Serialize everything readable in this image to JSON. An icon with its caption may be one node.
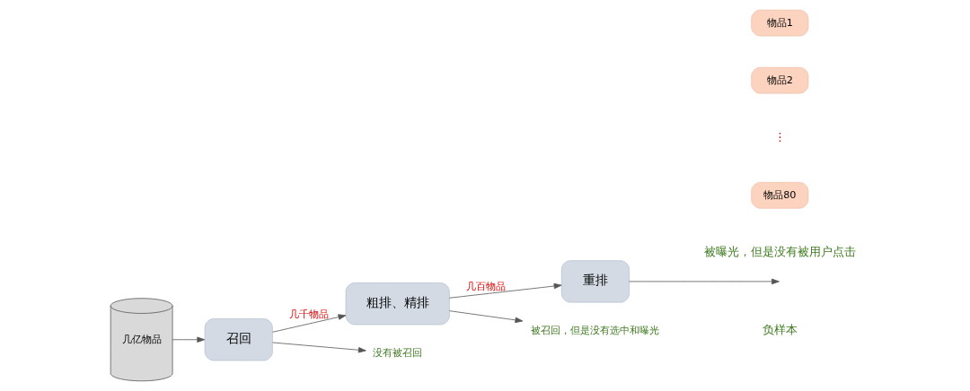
{
  "diagram": {
    "nodes": [
      {
        "text": [
          "几亿物品"
        ]
      },
      {
        "text": [
          "召回"
        ]
      },
      {
        "text": [
          "粗排、精排"
        ]
      },
      {
        "text": [
          "重排"
        ]
      },
      {
        "text": [
          "物品1"
        ]
      },
      {
        "text": [
          "物品2"
        ]
      },
      {
        "text": [
          "物品80"
        ]
      },
      {
        "text": [
          "没有被召回"
        ]
      },
      {
        "text": [
          "被召回，但是没有选中和曝光"
        ]
      }
    ],
    "edges": [
      {
        "from": 0,
        "to": 1,
        "arrow": "to"
      },
      {
        "from": 1,
        "to": 2,
        "label": "几千物品",
        "arrow": "to"
      },
      {
        "from": 2,
        "to": 3,
        "label": "几百物品",
        "arrow": "to"
      },
      {
        "from": 3,
        "to": null,
        "arrow": "to"
      },
      {
        "from": 1,
        "to": 7,
        "arrow": "to"
      },
      {
        "from": 2,
        "to": 8,
        "arrow": "to"
      }
    ],
    "labels": [
      "⋮",
      "被曝光，但是没有被用户点击",
      "负样本"
    ]
  }
}
